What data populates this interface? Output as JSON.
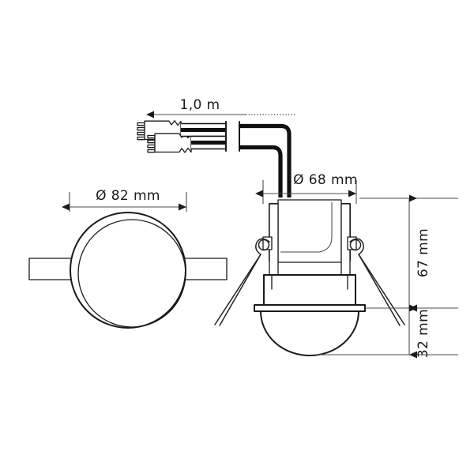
{
  "drawing": {
    "title": "Recessed ceiling presence detector dimension drawing",
    "background_color": "#ffffff",
    "line_color": "#1a1a1a",
    "dimension_color": "#4d4d4d",
    "cable_color": "#111111"
  },
  "dimensions": {
    "cable_length": {
      "label": "1,0 m",
      "orientation": "horizontal",
      "arrow": "left"
    },
    "front_diameter": {
      "label": "Ø 82 mm",
      "orientation": "horizontal",
      "arrow": "both"
    },
    "cutout_diameter": {
      "label": "Ø 68 mm",
      "orientation": "horizontal",
      "arrow": "both"
    },
    "body_height": {
      "label": "67 mm",
      "orientation": "vertical",
      "arrow": "both"
    },
    "dome_height": {
      "label": "32 mm",
      "orientation": "vertical",
      "arrow": "both"
    }
  },
  "views": {
    "top_view": {
      "name": "top-view",
      "description": "Circular front plate seen from below with two mounting tabs"
    },
    "side_view": {
      "name": "side-view",
      "description": "Section side elevation with spring clips, flange and dome lens"
    }
  },
  "parts": {
    "connector_a": "connector-plug-upper",
    "connector_b": "connector-plug-lower",
    "cable": "supply-cable",
    "housing_upper": "housing-upper-can",
    "housing_lower": "housing-lower-ring",
    "flange": "ceiling-flange",
    "dome": "sensor-dome-lens",
    "spring_left": "mounting-spring-left",
    "spring_right": "mounting-spring-right",
    "tab_left": "mounting-tab-left",
    "tab_right": "mounting-tab-right"
  }
}
